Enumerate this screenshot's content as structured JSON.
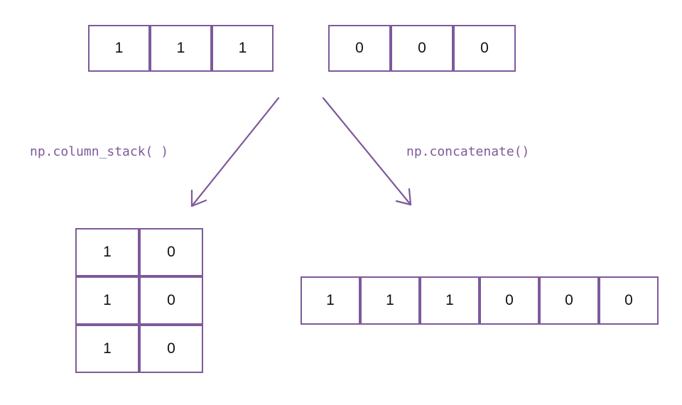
{
  "colors": {
    "accent": "#7d5a9b",
    "text": "#111111",
    "background": "#ffffff"
  },
  "inputs": {
    "ones": [
      "1",
      "1",
      "1"
    ],
    "zeros": [
      "0",
      "0",
      "0"
    ]
  },
  "operations": {
    "column_stack_label": "np.column_stack( )",
    "concatenate_label": "np.concatenate()"
  },
  "outputs": {
    "column_stack": [
      [
        "1",
        "0"
      ],
      [
        "1",
        "0"
      ],
      [
        "1",
        "0"
      ]
    ],
    "concatenate": [
      "1",
      "1",
      "1",
      "0",
      "0",
      "0"
    ]
  }
}
